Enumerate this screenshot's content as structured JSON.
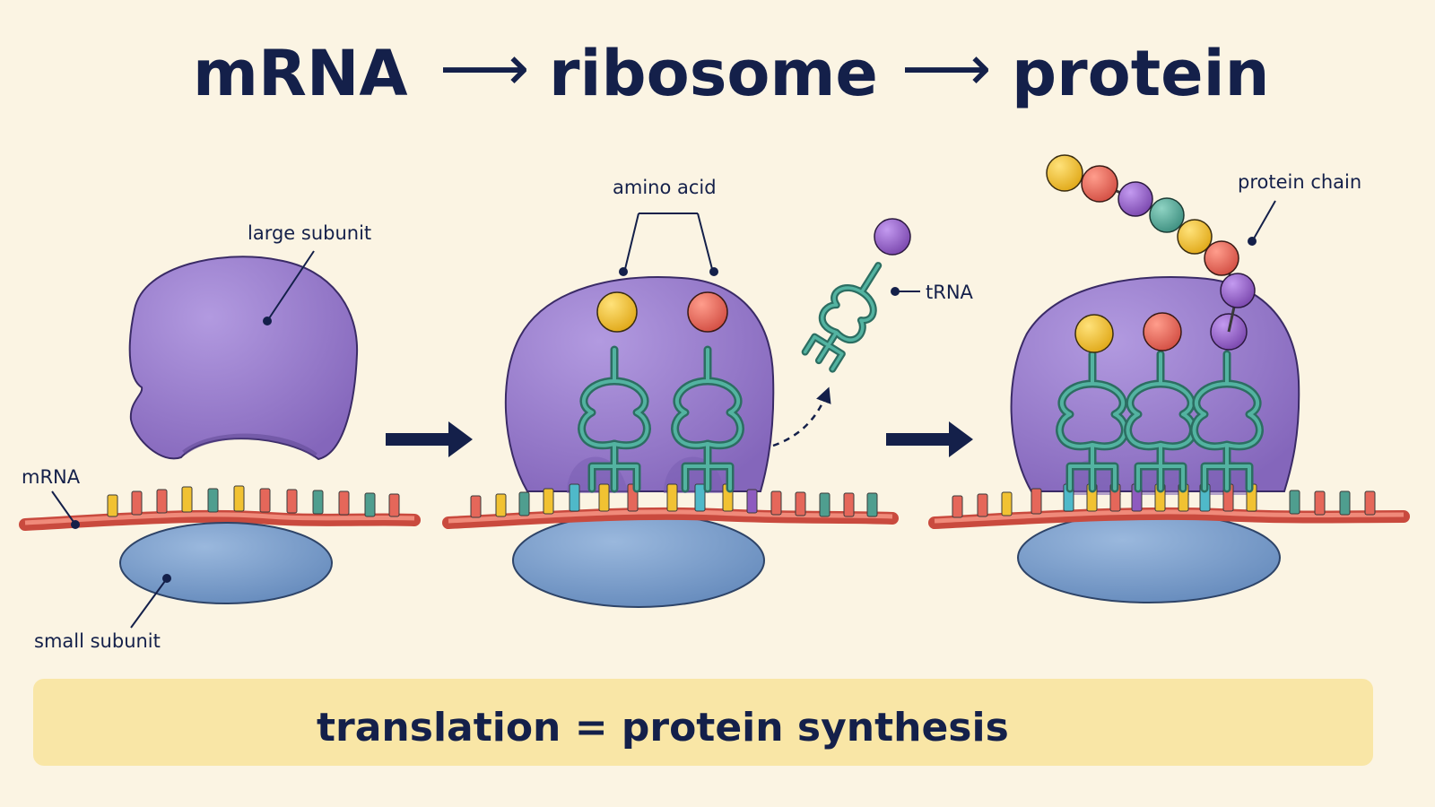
{
  "title": {
    "part1": "mRNA",
    "part2": "ribosome",
    "part3": "protein",
    "arrow": "⟶"
  },
  "labels": {
    "large_subunit": "large subunit",
    "small_subunit": "small subunit",
    "mrna": "mRNA",
    "amino_acid": "amino acid",
    "trna": "tRNA",
    "protein_chain": "protein chain"
  },
  "caption": "translation = protein synthesis",
  "colors": {
    "background": "#fbf4e3",
    "caption_box": "#f9e6a6",
    "large_subunit": "#9278c4",
    "small_subunit": "#7195c4",
    "mrna_strand": "#e16a5c",
    "trna": "#3e9e8e",
    "ink": "#14204a",
    "amino_acids": [
      "#f1c232",
      "#e5675a",
      "#8e5bbf",
      "#4f9e8f"
    ]
  },
  "icons": [
    "arrow-right-icon",
    "dashed-curved-arrow-icon"
  ]
}
